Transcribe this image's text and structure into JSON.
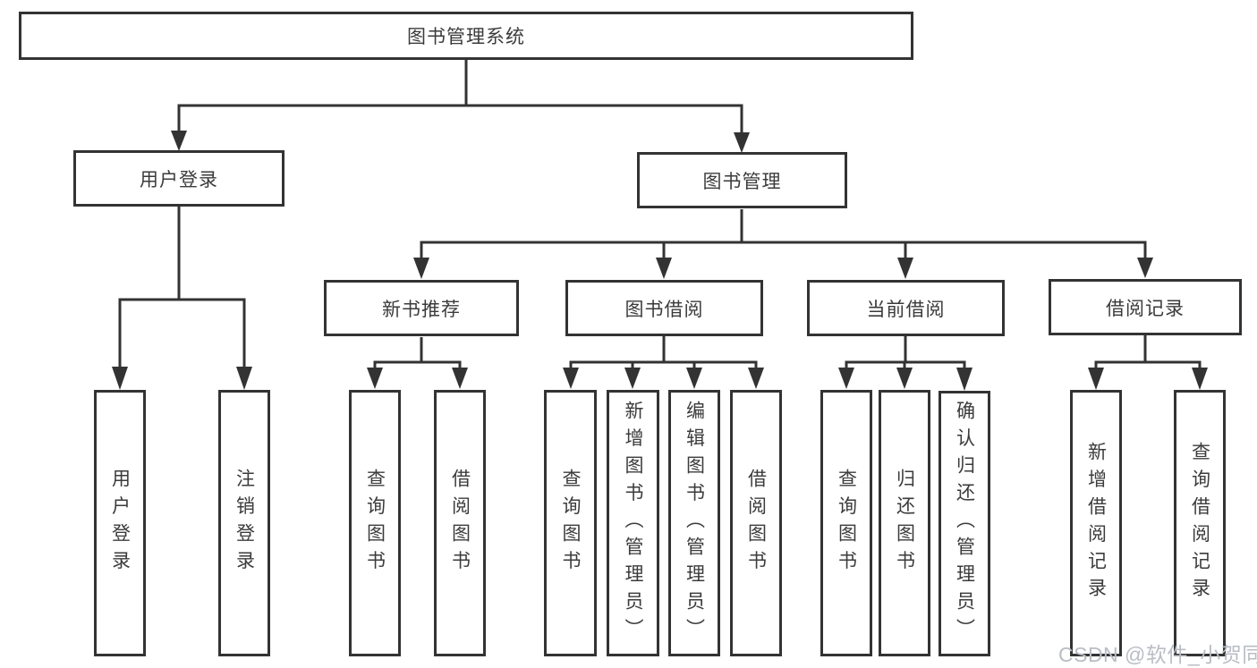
{
  "tree": {
    "label": "图书管理系统",
    "children": [
      {
        "label": "用户登录",
        "children": [
          {
            "label": "用户登录"
          },
          {
            "label": "注销登录"
          }
        ]
      },
      {
        "label": "图书管理",
        "children": [
          {
            "label": "新书推荐",
            "children": [
              {
                "label": "查询图书"
              },
              {
                "label": "借阅图书"
              }
            ]
          },
          {
            "label": "图书借阅",
            "children": [
              {
                "label": "查询图书"
              },
              {
                "label": "新增图书（管理员）"
              },
              {
                "label": "编辑图书（管理员）"
              },
              {
                "label": "借阅图书"
              }
            ]
          },
          {
            "label": "当前借阅",
            "children": [
              {
                "label": "查询图书"
              },
              {
                "label": "归还图书"
              },
              {
                "label": "确认归还（管理员）"
              }
            ]
          },
          {
            "label": "借阅记录",
            "children": [
              {
                "label": "新增借阅记录"
              },
              {
                "label": "查询借阅记录"
              }
            ]
          }
        ]
      }
    ]
  },
  "watermark": {
    "text": "CSDN @软件_小贺同学"
  },
  "colors": {
    "line": "#333333",
    "text": "#3b3b3b",
    "background": "#ffffff",
    "watermark": "#b9bdc4"
  }
}
